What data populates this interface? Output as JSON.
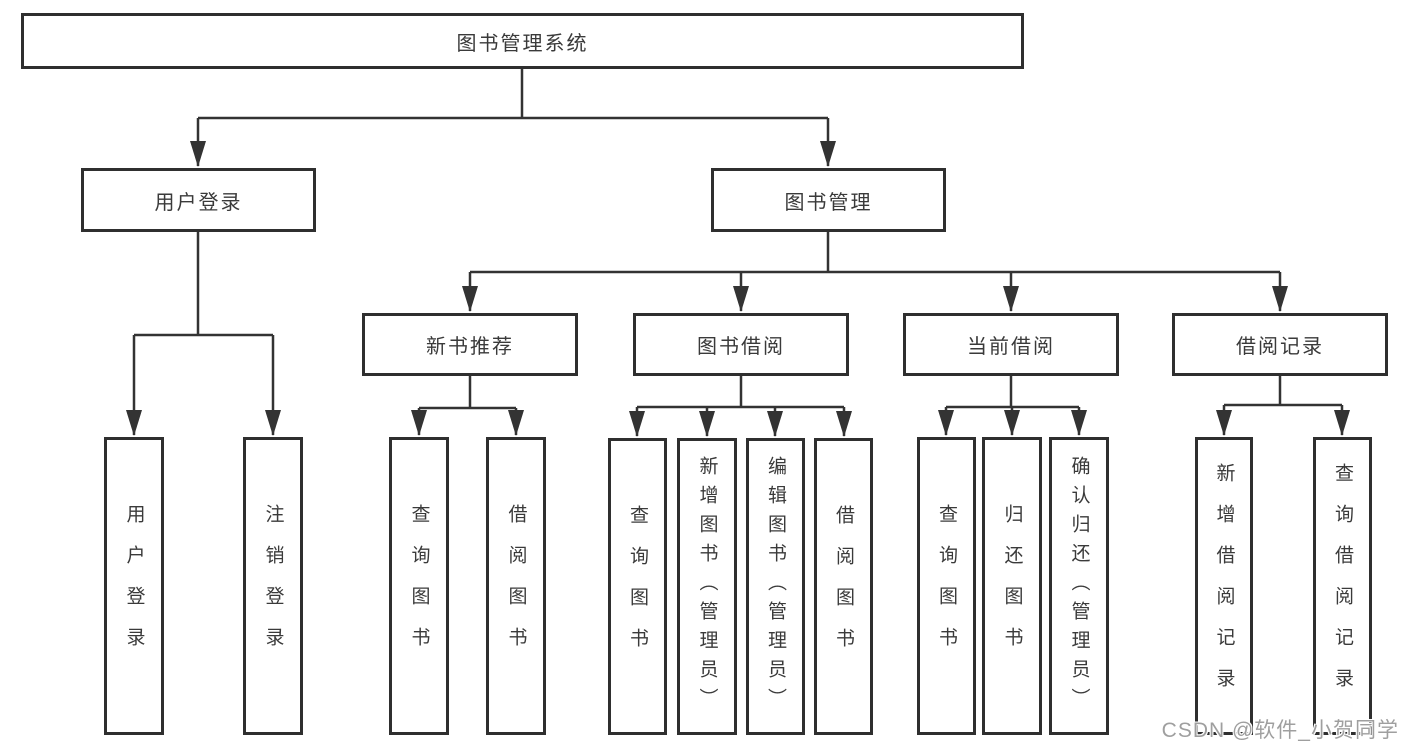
{
  "diagram": {
    "root": {
      "label": "图书管理系统"
    },
    "level2": [
      {
        "label": "用户登录"
      },
      {
        "label": "图书管理"
      }
    ],
    "level3": [
      {
        "label": "新书推荐"
      },
      {
        "label": "图书借阅"
      },
      {
        "label": "当前借阅"
      },
      {
        "label": "借阅记录"
      }
    ],
    "leaves": {
      "user_login": [
        {
          "label": "用户登录"
        },
        {
          "label": "注销登录"
        }
      ],
      "new_book": [
        {
          "label": "查询图书"
        },
        {
          "label": "借阅图书"
        }
      ],
      "book_borrow": [
        {
          "label": "查询图书"
        },
        {
          "label": "新增图书（管理员）"
        },
        {
          "label": "编辑图书（管理员）"
        },
        {
          "label": "借阅图书"
        }
      ],
      "current_borrow": [
        {
          "label": "查询图书"
        },
        {
          "label": "归还图书"
        },
        {
          "label": "确认归还（管理员）"
        }
      ],
      "borrow_record": [
        {
          "label": "新增借阅记录"
        },
        {
          "label": "查询借阅记录"
        }
      ]
    }
  },
  "watermark": {
    "text": "CSDN @软件_小贺同学"
  },
  "colors": {
    "line": "#333333",
    "border": "#2f2f2f",
    "text": "#3a3a3a",
    "watermark": "#9f9f9f",
    "background": "#ffffff"
  }
}
